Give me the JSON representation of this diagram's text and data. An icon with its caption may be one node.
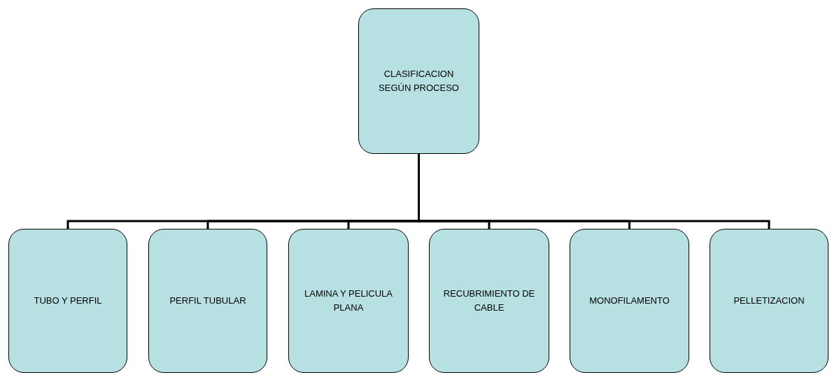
{
  "diagram": {
    "nodes": [
      {
        "text": [
          "CLASIFICACION SEGÚN PROCESO"
        ]
      },
      {
        "text": [
          "TUBO Y PERFIL"
        ]
      },
      {
        "text": [
          "PERFIL TUBULAR"
        ]
      },
      {
        "text": [
          "LAMINA Y PELICULA PLANA"
        ]
      },
      {
        "text": [
          "RECUBRIMIENTO DE CABLE"
        ]
      },
      {
        "text": [
          "MONOFILAMENTO"
        ]
      },
      {
        "text": [
          "PELLETIZACION"
        ]
      }
    ],
    "edges": [
      {
        "from": 0,
        "to": 1,
        "arrow": "none"
      },
      {
        "from": 0,
        "to": 2,
        "arrow": "none"
      },
      {
        "from": 0,
        "to": 3,
        "arrow": "none"
      },
      {
        "from": 0,
        "to": 4,
        "arrow": "none"
      },
      {
        "from": 0,
        "to": 5,
        "arrow": "none"
      },
      {
        "from": 0,
        "to": 6,
        "arrow": "none"
      }
    ]
  }
}
